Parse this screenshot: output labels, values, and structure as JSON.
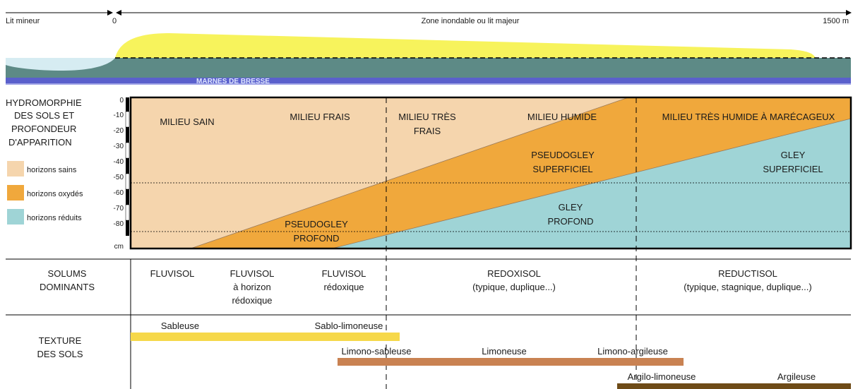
{
  "top": {
    "left_label": "Lit mineur",
    "zero": "0",
    "center_label": "Zone inondable ou lit majeur",
    "right_label": "1500 m",
    "marnes": "MARNES DE BRESSE"
  },
  "hydro": {
    "title_lines": [
      "HYDROMORPHIE",
      "DES SOLS ET",
      "PROFONDEUR",
      "D'APPARITION"
    ],
    "legend": [
      {
        "label": "horizons sains",
        "color": "#f5d5ad"
      },
      {
        "label": "horizons oxydés",
        "color": "#f0a83c"
      },
      {
        "label": "horizons réduits",
        "color": "#9fd4d6"
      }
    ],
    "depth_ticks": [
      "0",
      "-10",
      "-20",
      "-30",
      "-40",
      "-50",
      "-60",
      "-70",
      "-80",
      "cm"
    ],
    "milieux": {
      "sain": "MILIEU SAIN",
      "frais": "MILIEU FRAIS",
      "tres_frais": [
        "MILIEU TRÈS",
        "FRAIS"
      ],
      "humide": "MILIEU HUMIDE",
      "tres_humide": "MILIEU TRÈS HUMIDE À MARÉCAGEUX"
    },
    "zones": {
      "pseudogley_superficiel": [
        "PSEUDOGLEY",
        "SUPERFICIEL"
      ],
      "gley_superficiel": [
        "GLEY",
        "SUPERFICIEL"
      ],
      "gley_profond": [
        "GLEY",
        "PROFOND"
      ],
      "pseudogley_profond": [
        "PSEUDOGLEY",
        "PROFOND"
      ]
    }
  },
  "solums": {
    "title_lines": [
      "SOLUMS",
      "DOMINANTS"
    ],
    "fluvisol": "FLUVISOL",
    "fluvisol_horizon": [
      "FLUVISOL",
      "à horizon",
      "rédoxique"
    ],
    "fluvisol_redox": [
      "FLUVISOL",
      "rédoxique"
    ],
    "redoxisol": [
      "REDOXISOL",
      "(typique, duplique...)"
    ],
    "reductisol": [
      "REDUCTISOL",
      "(typique, stagnique, duplique...)"
    ]
  },
  "texture": {
    "title_lines": [
      "TEXTURE",
      "DES SOLS"
    ],
    "sableuse": "Sableuse",
    "sablo_limoneuse": "Sablo-limoneuse",
    "limono_sableuse": "Limono-sableuse",
    "limoneuse": "Limoneuse",
    "limono_argileuse": "Limono-argileuse",
    "argilo_limoneuse": "Argilo-limoneuse",
    "argileuse": "Argileuse",
    "bar_colors": {
      "sable": "#f6d84a",
      "limon": "#c98252",
      "argile": "#6e4b17"
    }
  }
}
